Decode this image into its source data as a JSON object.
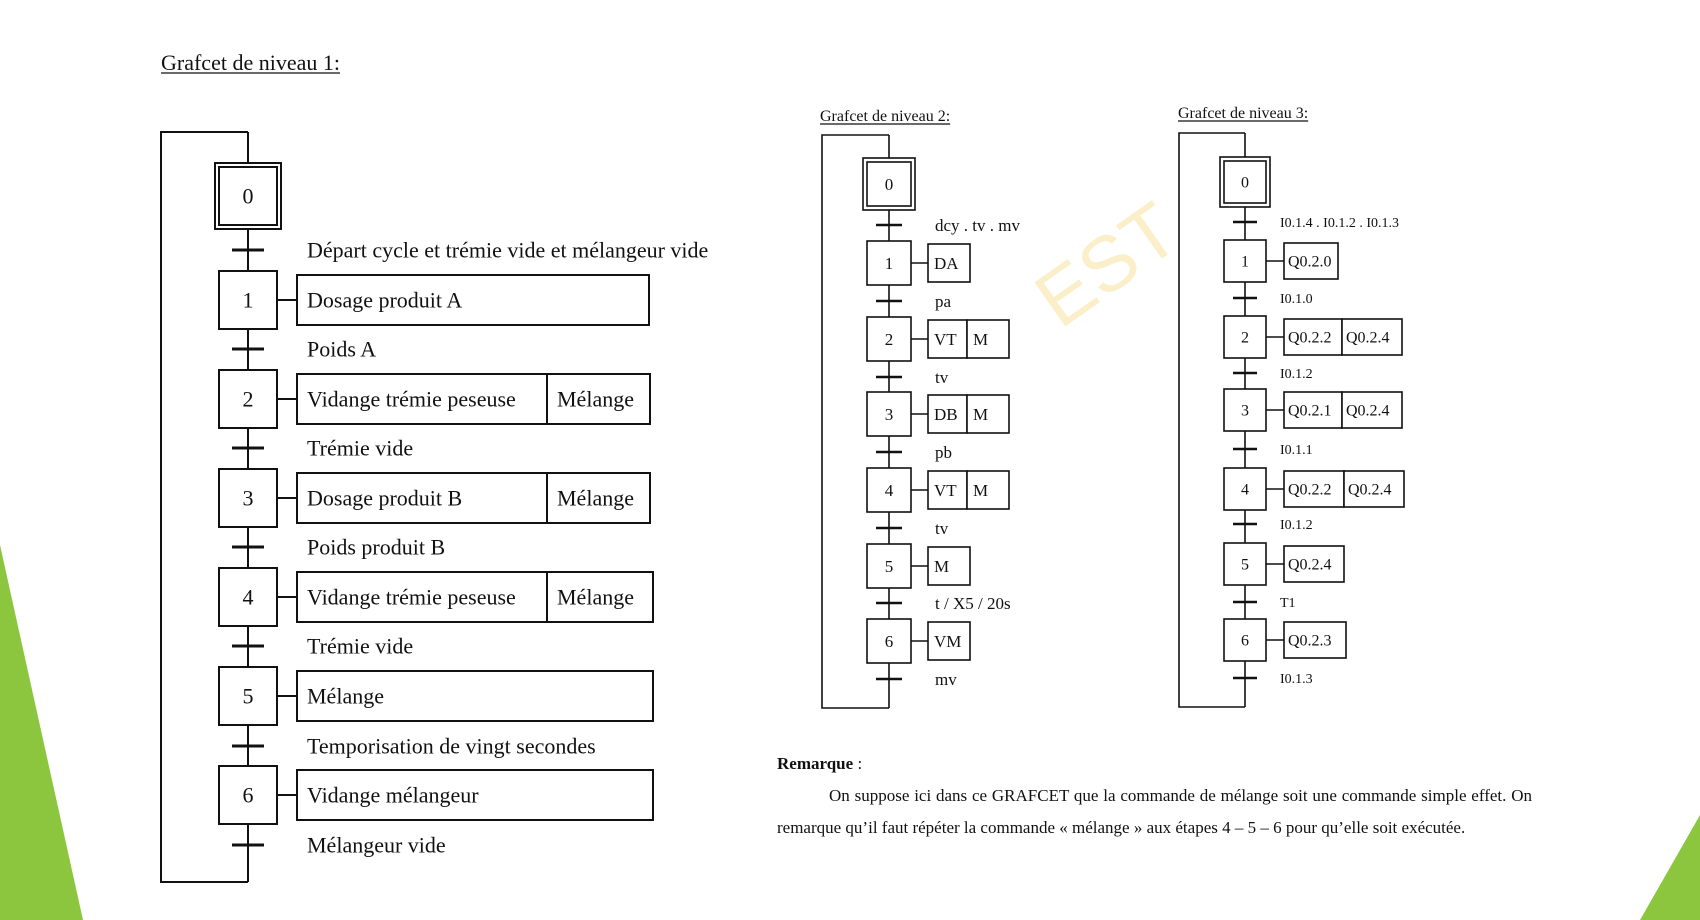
{
  "colors": {
    "accent_green": "#8cc63f",
    "line": "#111111",
    "watermark": "#f6d36a"
  },
  "watermark": "EST",
  "level1": {
    "title": "Grafcet de niveau 1:",
    "steps": [
      "0",
      "1",
      "2",
      "3",
      "4",
      "5",
      "6"
    ],
    "actions": [
      [],
      [
        "Dosage produit A"
      ],
      [
        "Vidange trémie peseuse",
        "Mélange"
      ],
      [
        "Dosage produit B",
        "Mélange"
      ],
      [
        "Vidange trémie peseuse",
        "Mélange"
      ],
      [
        "Mélange"
      ],
      [
        "Vidange mélangeur"
      ]
    ],
    "transitions": [
      "Départ cycle et trémie vide et mélangeur vide",
      "Poids A",
      "Trémie vide",
      "Poids produit B",
      "Trémie vide",
      "Temporisation de vingt secondes",
      "Mélangeur vide"
    ]
  },
  "level2": {
    "title": "Grafcet de niveau 2:",
    "steps": [
      "0",
      "1",
      "2",
      "3",
      "4",
      "5",
      "6"
    ],
    "actions": [
      [],
      [
        "DA"
      ],
      [
        "VT",
        "M"
      ],
      [
        "DB",
        "M"
      ],
      [
        "VT",
        "M"
      ],
      [
        "M"
      ],
      [
        "VM"
      ]
    ],
    "transitions": [
      "dcy . tv . mv",
      "pa",
      "tv",
      "pb",
      "tv",
      "t / X5 / 20s",
      "mv"
    ]
  },
  "level3": {
    "title": "Grafcet de niveau 3:",
    "steps": [
      "0",
      "1",
      "2",
      "3",
      "4",
      "5",
      "6"
    ],
    "actions": [
      [],
      [
        "Q0.2.0"
      ],
      [
        "Q0.2.2",
        "Q0.2.4"
      ],
      [
        "Q0.2.1",
        "Q0.2.4"
      ],
      [
        "Q0.2.2",
        "Q0.2.4"
      ],
      [
        "Q0.2.4"
      ],
      [
        "Q0.2.3"
      ]
    ],
    "transitions": [
      "I0.1.4 . I0.1.2 . I0.1.3",
      "I0.1.0",
      "I0.1.2",
      "I0.1.1",
      "I0.1.2",
      "T1",
      "I0.1.3"
    ]
  },
  "remark": {
    "title": "Remarque",
    "title_suffix": " :",
    "text": "On suppose ici dans ce GRAFCET que la commande de mélange soit une commande simple effet. On remarque qu’il faut répéter la commande « mélange » aux étapes 4 – 5 – 6 pour qu’elle soit exécutée."
  }
}
